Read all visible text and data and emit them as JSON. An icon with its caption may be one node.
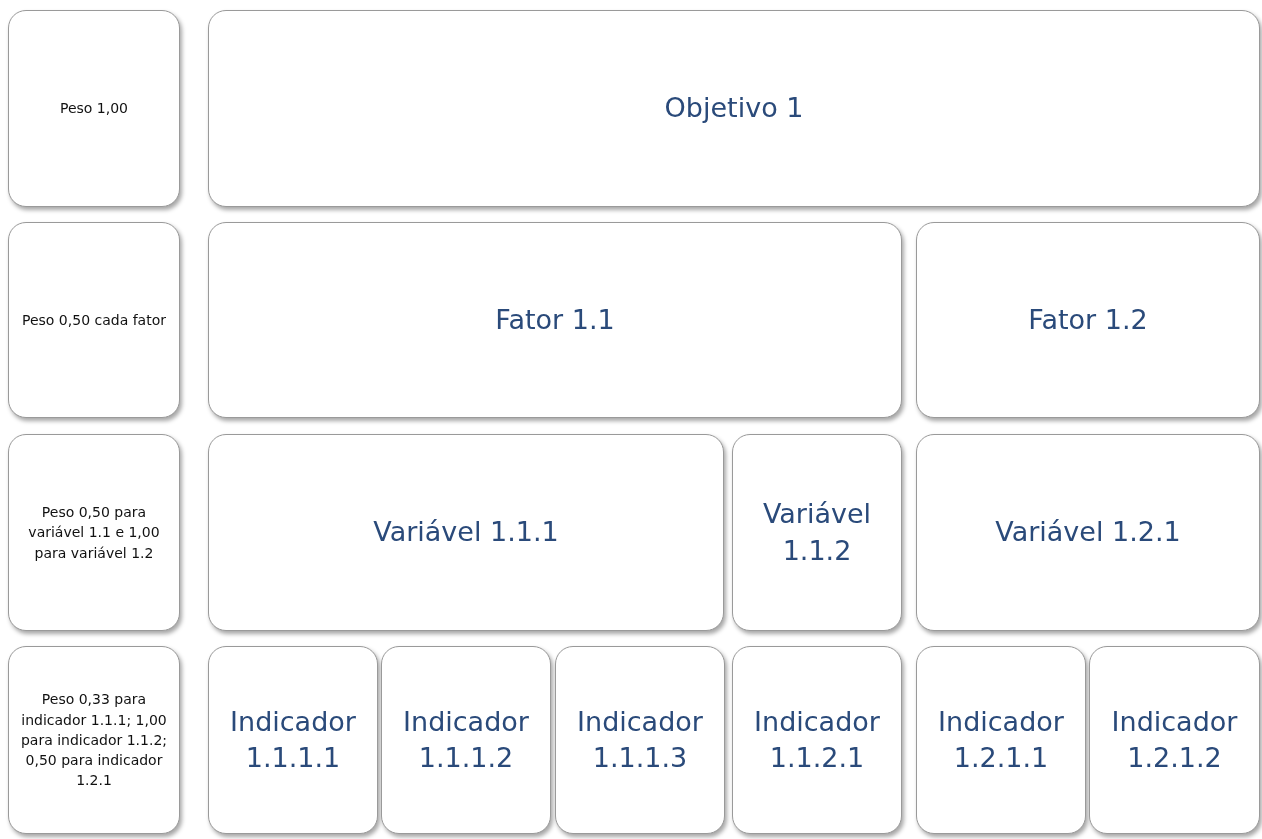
{
  "diagram": {
    "nodes": [
      {
        "text": [
          "Peso 1,00"
        ]
      },
      {
        "text": [
          "Objetivo 1"
        ]
      },
      {
        "text": [
          "Peso 0,50 cada fator"
        ]
      },
      {
        "text": [
          "Fator 1.1"
        ]
      },
      {
        "text": [
          "Fator 1.2"
        ]
      },
      {
        "text": [
          "Peso 0,50 para variável 1.1 e 1,00 para variável 1.2"
        ]
      },
      {
        "text": [
          "Variável 1.1.1"
        ]
      },
      {
        "text": [
          "Variável 1.1.2"
        ]
      },
      {
        "text": [
          "Variável 1.2.1"
        ]
      },
      {
        "text": [
          "Peso 0,33 para indicador 1.1.1; 1,00 para indicador 1.1.2; 0,50 para indicador 1.2.1"
        ]
      },
      {
        "text": [
          "Indicador 1.1.1.1"
        ]
      },
      {
        "text": [
          "Indicador 1.1.1.2"
        ]
      },
      {
        "text": [
          "Indicador 1.1.1.3"
        ]
      },
      {
        "text": [
          "Indicador 1.1.2.1"
        ]
      },
      {
        "text": [
          "Indicador 1.2.1.1"
        ]
      },
      {
        "text": [
          "Indicador 1.2.1.2"
        ]
      }
    ]
  }
}
